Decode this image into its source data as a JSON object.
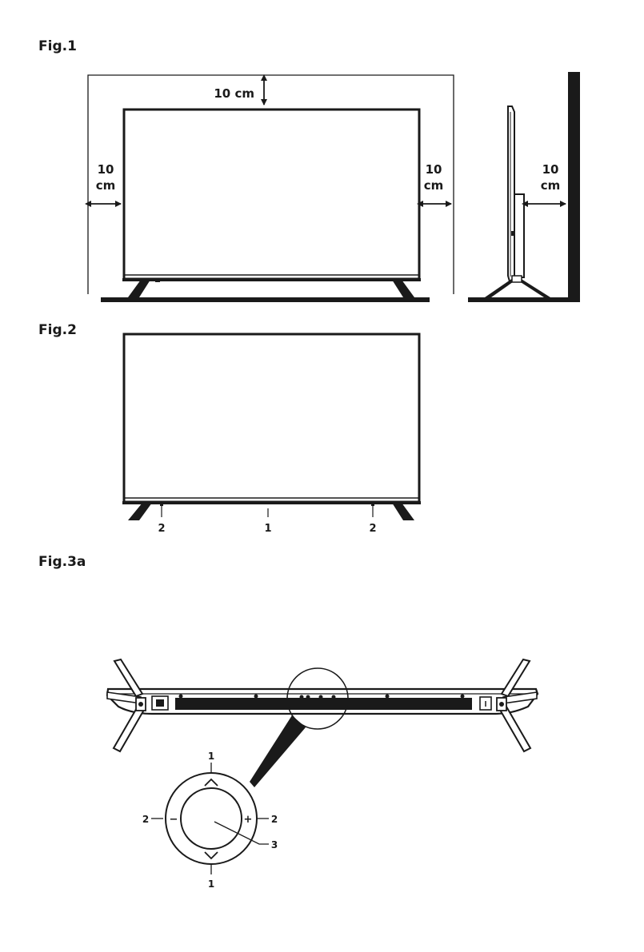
{
  "figures": {
    "fig1": {
      "title": "Fig.1",
      "top_clearance": "10 cm",
      "left_value": "10",
      "left_unit": "cm",
      "right_value": "10",
      "right_unit": "cm",
      "side_value": "10",
      "side_unit": "cm"
    },
    "fig2": {
      "title": "Fig.2",
      "callout_center": "1",
      "callout_left": "2",
      "callout_right": "2"
    },
    "fig3a": {
      "title": "Fig.3a",
      "label_up": "1",
      "label_down": "1",
      "label_left": "2",
      "label_right": "2",
      "label_center": "3",
      "minus_sign": "−",
      "plus_sign": "+"
    }
  },
  "colors": {
    "ink": "#1a1a1a",
    "paper": "#ffffff"
  }
}
